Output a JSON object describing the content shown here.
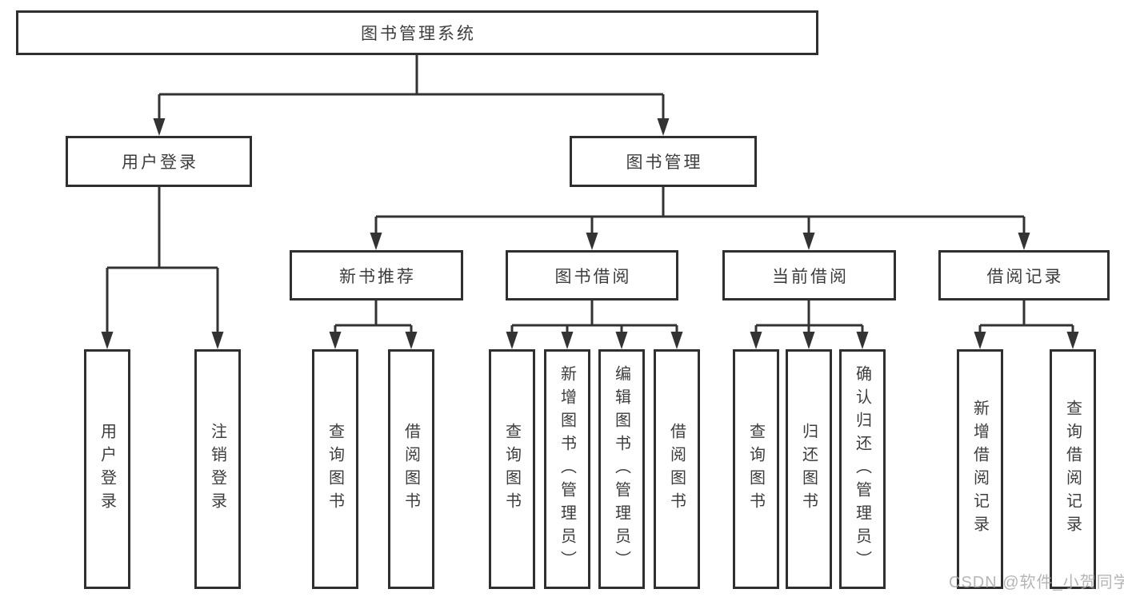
{
  "tree": {
    "label": "图书管理系统",
    "children": [
      {
        "label": "用户登录",
        "children": [
          {
            "label": "用户登录"
          },
          {
            "label": "注销登录"
          }
        ]
      },
      {
        "label": "图书管理",
        "children": [
          {
            "label": "新书推荐",
            "children": [
              {
                "label": "查询图书"
              },
              {
                "label": "借阅图书"
              }
            ]
          },
          {
            "label": "图书借阅",
            "children": [
              {
                "label": "查询图书"
              },
              {
                "label": "新增图书（管理员）"
              },
              {
                "label": "编辑图书（管理员）"
              },
              {
                "label": "借阅图书"
              }
            ]
          },
          {
            "label": "当前借阅",
            "children": [
              {
                "label": "查询图书"
              },
              {
                "label": "归还图书"
              },
              {
                "label": "确认归还（管理员）"
              }
            ]
          },
          {
            "label": "借阅记录",
            "children": [
              {
                "label": "新增借阅记录"
              },
              {
                "label": "查询借阅记录"
              }
            ]
          }
        ]
      }
    ]
  },
  "watermark": {
    "text": "CSDN @软件_小贺同学"
  },
  "colors": {
    "line": "#333333",
    "border": "#2f2f2f",
    "text": "#3d3d3d",
    "watermark": "#a9a9a9",
    "background": "#ffffff"
  }
}
